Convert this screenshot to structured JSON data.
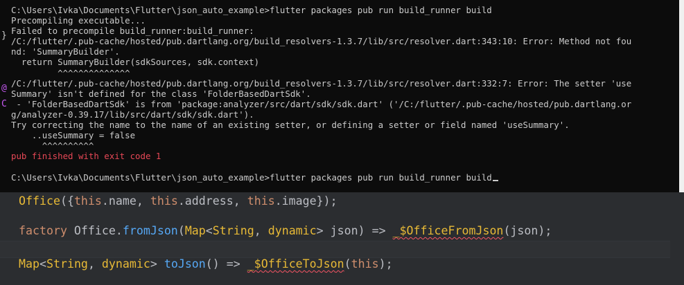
{
  "terminal": {
    "lines": [
      {
        "text": "C:\\Users\\Ivka\\Documents\\Flutter\\json_auto_example>flutter packages pub run build_runner build",
        "type": "normal"
      },
      {
        "text": "Precompiling executable...",
        "type": "normal"
      },
      {
        "text": "Failed to precompile build_runner:build_runner:",
        "type": "normal"
      },
      {
        "text": "/C:/flutter/.pub-cache/hosted/pub.dartlang.org/build_resolvers-1.3.7/lib/src/resolver.dart:343:10: Error: Method not fou",
        "type": "normal"
      },
      {
        "text": "nd: 'SummaryBuilder'.",
        "type": "normal"
      },
      {
        "text": "  return SummaryBuilder(sdkSources, sdk.context)",
        "type": "normal"
      },
      {
        "text": "         ^^^^^^^^^^^^^^",
        "type": "normal"
      },
      {
        "text": "/C:/flutter/.pub-cache/hosted/pub.dartlang.org/build_resolvers-1.3.7/lib/src/resolver.dart:332:7: Error: The setter 'use",
        "type": "normal"
      },
      {
        "text": "Summary' isn't defined for the class 'FolderBasedDartSdk'.",
        "type": "normal"
      },
      {
        "text": " - 'FolderBasedDartSdk' is from 'package:analyzer/src/dart/sdk/sdk.dart' ('/C:/flutter/.pub-cache/hosted/pub.dartlang.or",
        "type": "normal"
      },
      {
        "text": "g/analyzer-0.39.17/lib/src/dart/sdk/sdk.dart').",
        "type": "normal"
      },
      {
        "text": "Try correcting the name to the name of an existing setter, or defining a setter or field named 'useSummary'.",
        "type": "normal"
      },
      {
        "text": "    ..useSummary = false",
        "type": "normal"
      },
      {
        "text": "      ^^^^^^^^^^",
        "type": "normal"
      },
      {
        "text": "pub finished with exit code 1",
        "type": "err"
      },
      {
        "text": "",
        "type": "blank"
      },
      {
        "text": "C:\\Users\\Ivka\\Documents\\Flutter\\json_auto_example>flutter packages pub run build_runner build",
        "type": "prompt"
      }
    ],
    "gutter_markers": [
      "}",
      "@",
      "C"
    ],
    "colors": {
      "background": "#0c0c0c",
      "text": "#cccccc",
      "error": "#e74856"
    }
  },
  "editor": {
    "line1": {
      "ctor": "Office",
      "p1": "({",
      "this1": "this",
      "a": ".name, ",
      "this2": "this",
      "b": ".address, ",
      "this3": "this",
      "c": ".image});"
    },
    "line2": {
      "kw": "factory",
      "cls": " Office.",
      "fn": "fromJson",
      "p1": "(",
      "typ1": "Map",
      "p2": "<",
      "typ2": "String",
      "p3": ", ",
      "typ3": "dynamic",
      "p4": "> json) => ",
      "call": "_$OfficeFromJson",
      "p5": "(json);"
    },
    "line3": {
      "typ1": "Map",
      "p1": "<",
      "typ2": "String",
      "p2": ", ",
      "typ3": "dynamic",
      "p3": "> ",
      "fn": "toJson",
      "p4": "() => ",
      "call": "_$OfficeToJson",
      "p5": "(",
      "this1": "this",
      "p6": ");"
    },
    "colors": {
      "background": "#2b2d30",
      "keyword": "#cf8e6d",
      "function": "#56a8f5",
      "type": "#e8ba36",
      "error_underline": "#f75464"
    }
  }
}
